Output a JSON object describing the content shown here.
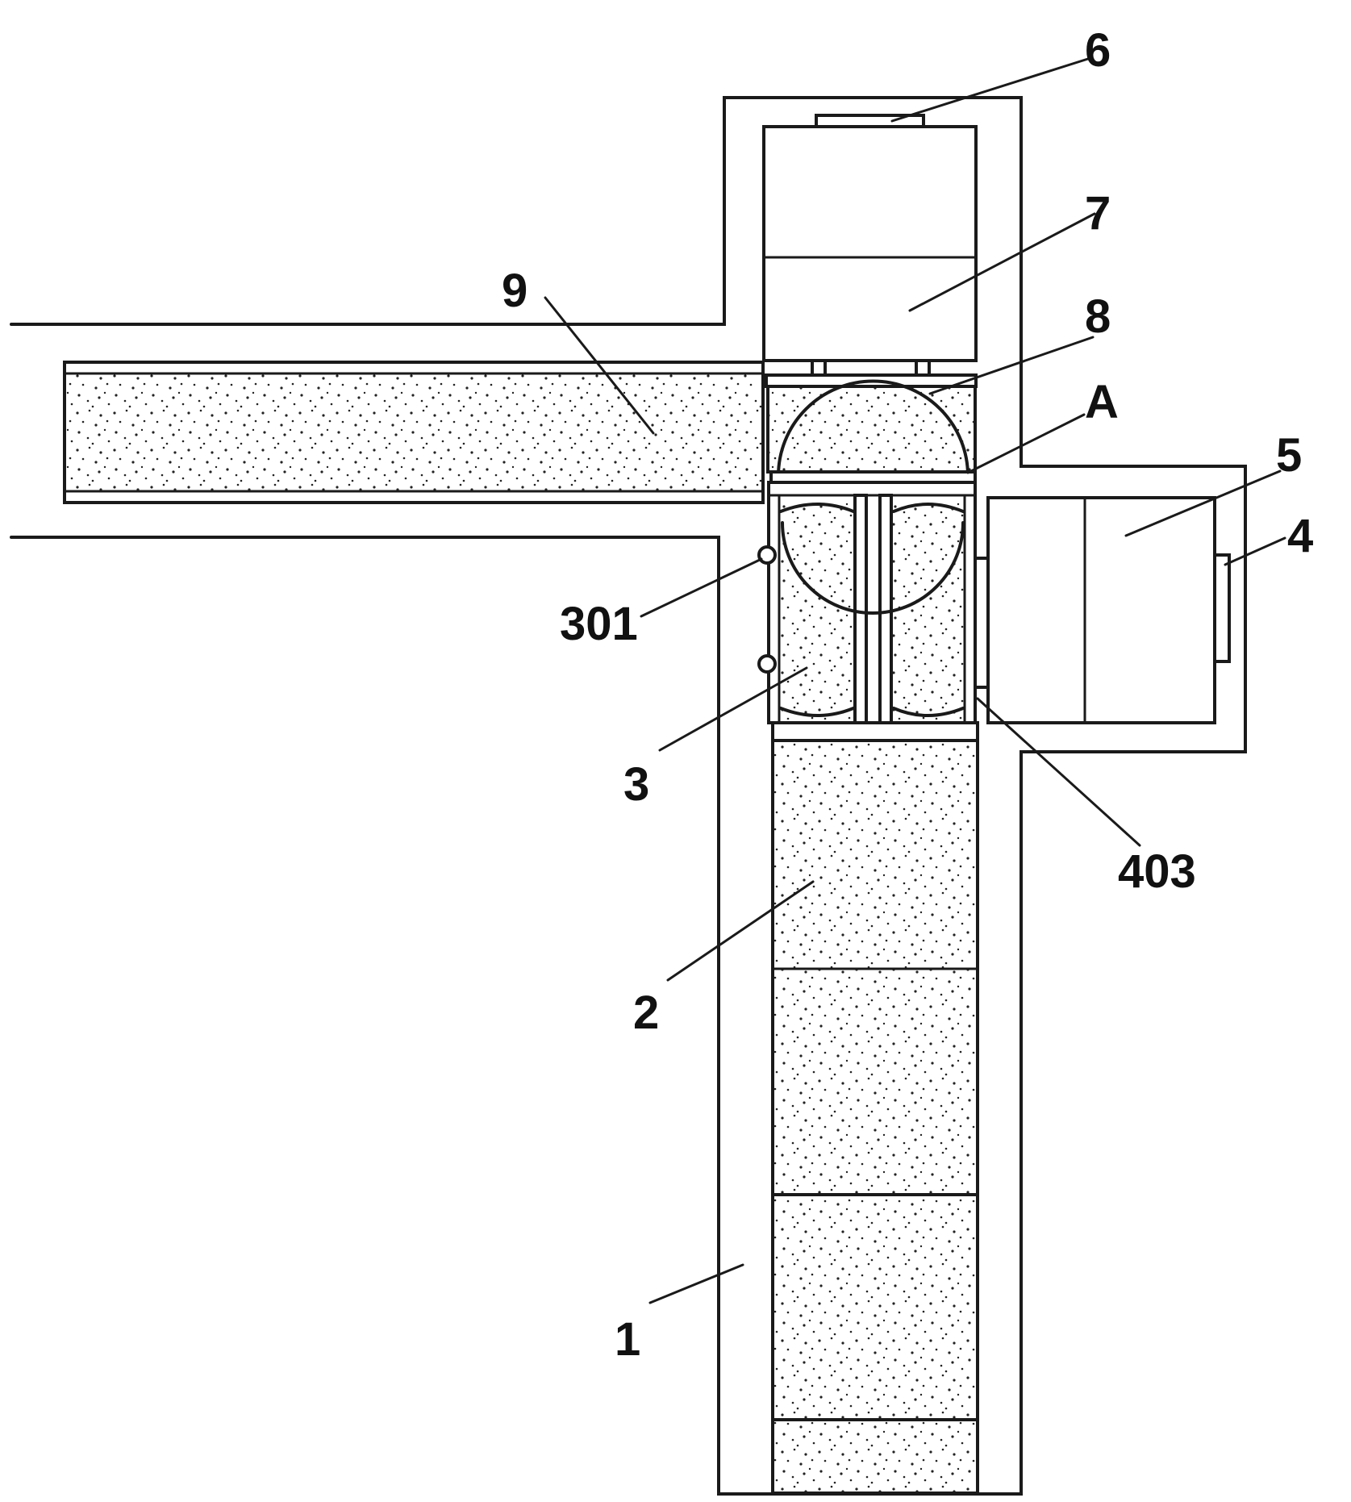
{
  "figure": {
    "callouts": {
      "c1": "1",
      "c2": "2",
      "c3": "3",
      "c301": "301",
      "c4": "4",
      "c403": "403",
      "c5": "5",
      "c6": "6",
      "c7": "7",
      "c8": "8",
      "c9": "9",
      "cA": "A"
    }
  }
}
